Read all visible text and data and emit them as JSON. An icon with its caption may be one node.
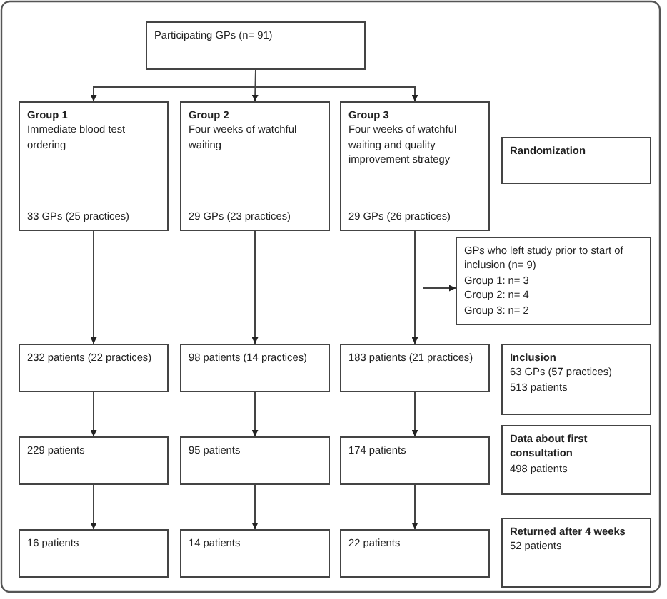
{
  "diagram": {
    "nodes": [
      {
        "text": [
          "Participating GPs (n= 91)"
        ]
      },
      {
        "text": [
          "Group 1",
          "Immediate blood test ordering",
          "33 GPs (25 practices)"
        ]
      },
      {
        "text": [
          "Group 2",
          "Four weeks of watchful waiting",
          "29 GPs (23 practices)"
        ]
      },
      {
        "text": [
          "Group 3",
          "Four weeks of watchful waiting and quality improvement strategy",
          "29 GPs (26 practices)"
        ]
      },
      {
        "text": [
          "Randomization"
        ]
      },
      {
        "text": [
          "GPs who left study prior to start of inclusion (n= 9)",
          "Group 1: n= 3",
          "Group 2: n= 4",
          "Group 3: n= 2"
        ]
      },
      {
        "text": [
          "232 patients (22 practices)"
        ]
      },
      {
        "text": [
          "98 patients (14 practices)"
        ]
      },
      {
        "text": [
          "183 patients (21 practices)"
        ]
      },
      {
        "text": [
          "Inclusion",
          "63 GPs (57 practices)",
          "513 patients"
        ]
      },
      {
        "text": [
          "229 patients"
        ]
      },
      {
        "text": [
          "95 patients"
        ]
      },
      {
        "text": [
          "174 patients"
        ]
      },
      {
        "text": [
          "Data about first consultation",
          "498 patients"
        ]
      },
      {
        "text": [
          "16 patients"
        ]
      },
      {
        "text": [
          "14 patients"
        ]
      },
      {
        "text": [
          "22 patients"
        ]
      },
      {
        "text": [
          "Returned after 4 weeks",
          "52 patients"
        ]
      }
    ],
    "edges": [
      {
        "from": 0,
        "to": 1,
        "arrow": "to"
      },
      {
        "from": 0,
        "to": 2,
        "arrow": "to"
      },
      {
        "from": 0,
        "to": 3,
        "arrow": "to"
      },
      {
        "from": 1,
        "to": 6,
        "arrow": "to"
      },
      {
        "from": 2,
        "to": 7,
        "arrow": "to"
      },
      {
        "from": 3,
        "to": 8,
        "arrow": "to"
      },
      {
        "from": null,
        "to": 5,
        "arrow": "to"
      },
      {
        "from": 6,
        "to": 10,
        "arrow": "to"
      },
      {
        "from": 7,
        "to": 11,
        "arrow": "to"
      },
      {
        "from": 8,
        "to": 12,
        "arrow": "to"
      },
      {
        "from": 10,
        "to": 14,
        "arrow": "to"
      },
      {
        "from": 11,
        "to": 15,
        "arrow": "to"
      },
      {
        "from": 12,
        "to": 16,
        "arrow": "to"
      }
    ]
  }
}
